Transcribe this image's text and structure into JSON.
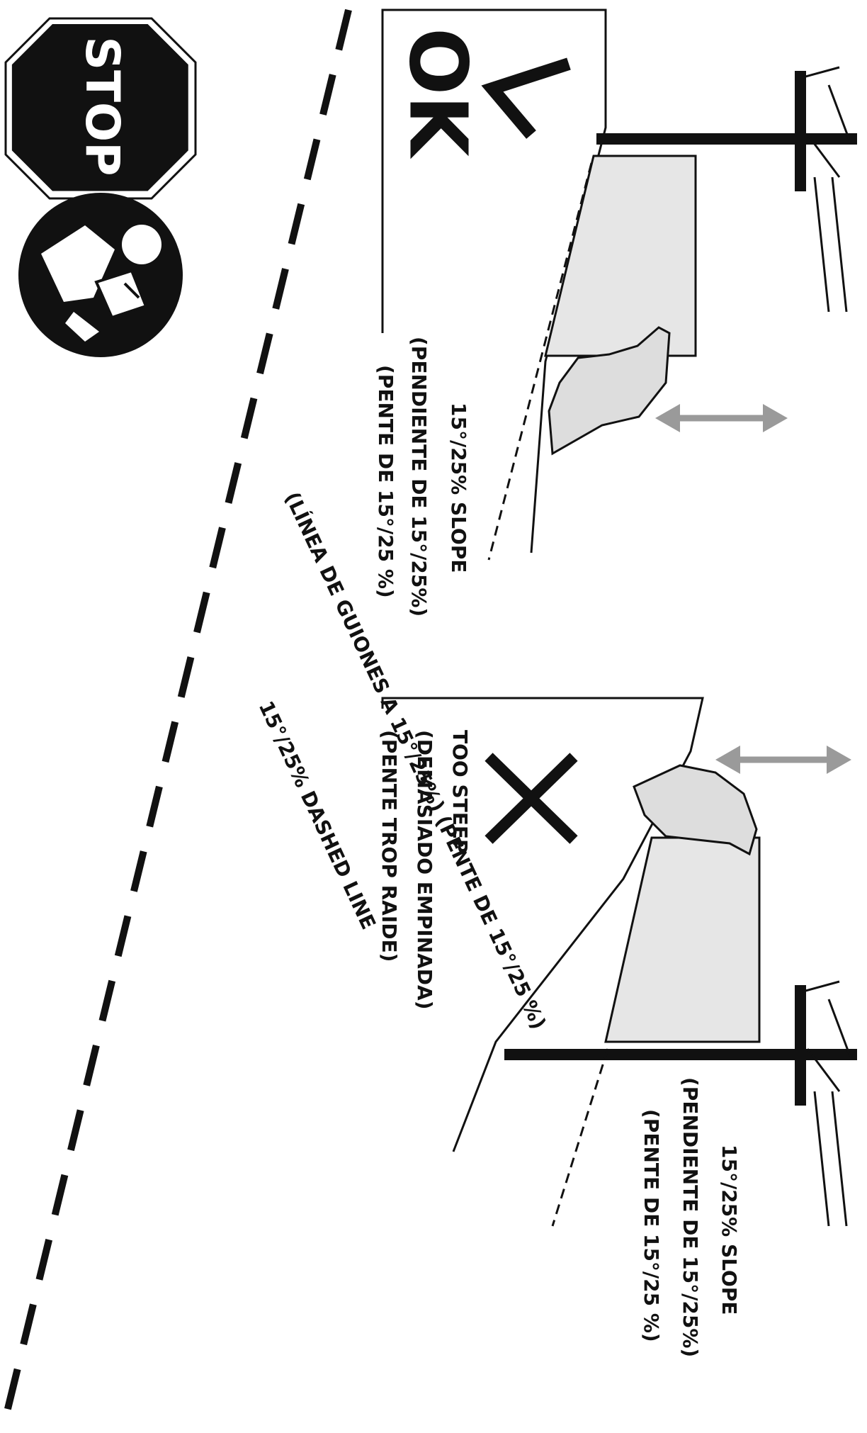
{
  "icons": {
    "stop_sign": {
      "label": "STOP",
      "icon": "stop-sign-icon"
    },
    "manual": {
      "icon": "read-manual-icon"
    }
  },
  "ok_panel": {
    "status_label": "OK",
    "status_icon": "check-mark-icon",
    "slope_lines": [
      "15°/25% SLOPE",
      "(PENDIENTE DE 15°/25%)",
      "(PENTE DE 15°/25 %)"
    ]
  },
  "steep_panel": {
    "status_icon": "x-mark-icon",
    "warning_lines": [
      "TOO STEEP",
      "(DEMASIADO EMPINADA)",
      "(PENTE TROP RAIDE)"
    ],
    "slope_lines": [
      "15°/25% SLOPE",
      "(PENDIENTE DE 15°/25%)",
      "(PENTE DE 15°/25 %)"
    ]
  },
  "dashed_line_labels": [
    "15°/25% DASHED LINE",
    "(LÍNEA DE GUIONES A 15°/25%) (PENTE DE 15°/25 %)"
  ],
  "colors": {
    "ink": "#111111",
    "paper": "#e6e6e6",
    "arrow": "#9a9a9a"
  }
}
